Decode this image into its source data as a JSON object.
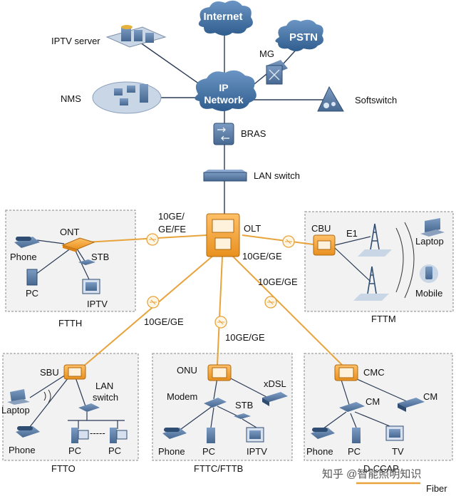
{
  "clouds": {
    "internet": "Internet",
    "pstn": "PSTN",
    "ip_line1": "IP",
    "ip_line2": "Network"
  },
  "core": {
    "iptv_server": "IPTV server",
    "nms": "NMS",
    "mg": "MG",
    "softswitch": "Softswitch",
    "bras": "BRAS",
    "lan_switch": "LAN switch",
    "olt": "OLT"
  },
  "links": {
    "olt_left_1": "10GE/",
    "olt_left_2": "GE/FE",
    "olt_right": "10GE/GE",
    "olt_right_down": "10GE/GE",
    "olt_left_down": "10GE/GE",
    "olt_down": "10GE/GE"
  },
  "ftth": {
    "title": "FTTH",
    "ont": "ONT",
    "phone": "Phone",
    "stb": "STB",
    "pc": "PC",
    "iptv": "IPTV"
  },
  "fttm": {
    "title": "FTTM",
    "cbu": "CBU",
    "e1": "E1",
    "laptop": "Laptop",
    "mobile": "Mobile"
  },
  "ftto": {
    "title": "FTTO",
    "sbu": "SBU",
    "lan_1": "LAN",
    "lan_2": "switch",
    "laptop": "Laptop",
    "phone": "Phone",
    "pc1": "PC",
    "pc2": "PC",
    "dots": "-----"
  },
  "fttc": {
    "title": "FTTC/FTTB",
    "onu": "ONU",
    "xdsl": "xDSL",
    "modem": "Modem",
    "stb": "STB",
    "phone": "Phone",
    "pc": "PC",
    "iptv": "IPTV"
  },
  "docsis": {
    "title": "D-CCAP",
    "cmc": "CMC",
    "cm1": "CM",
    "cm2": "CM",
    "phone": "Phone",
    "pc": "PC",
    "tv": "TV"
  },
  "legend": {
    "fiber": "Fiber"
  },
  "watermark": "知乎 @智能照明知识",
  "colors": {
    "fiber": "#e8a33a",
    "device": "#5a7ca8",
    "cloud": "#3c6a99",
    "onu": "#f0a030"
  }
}
